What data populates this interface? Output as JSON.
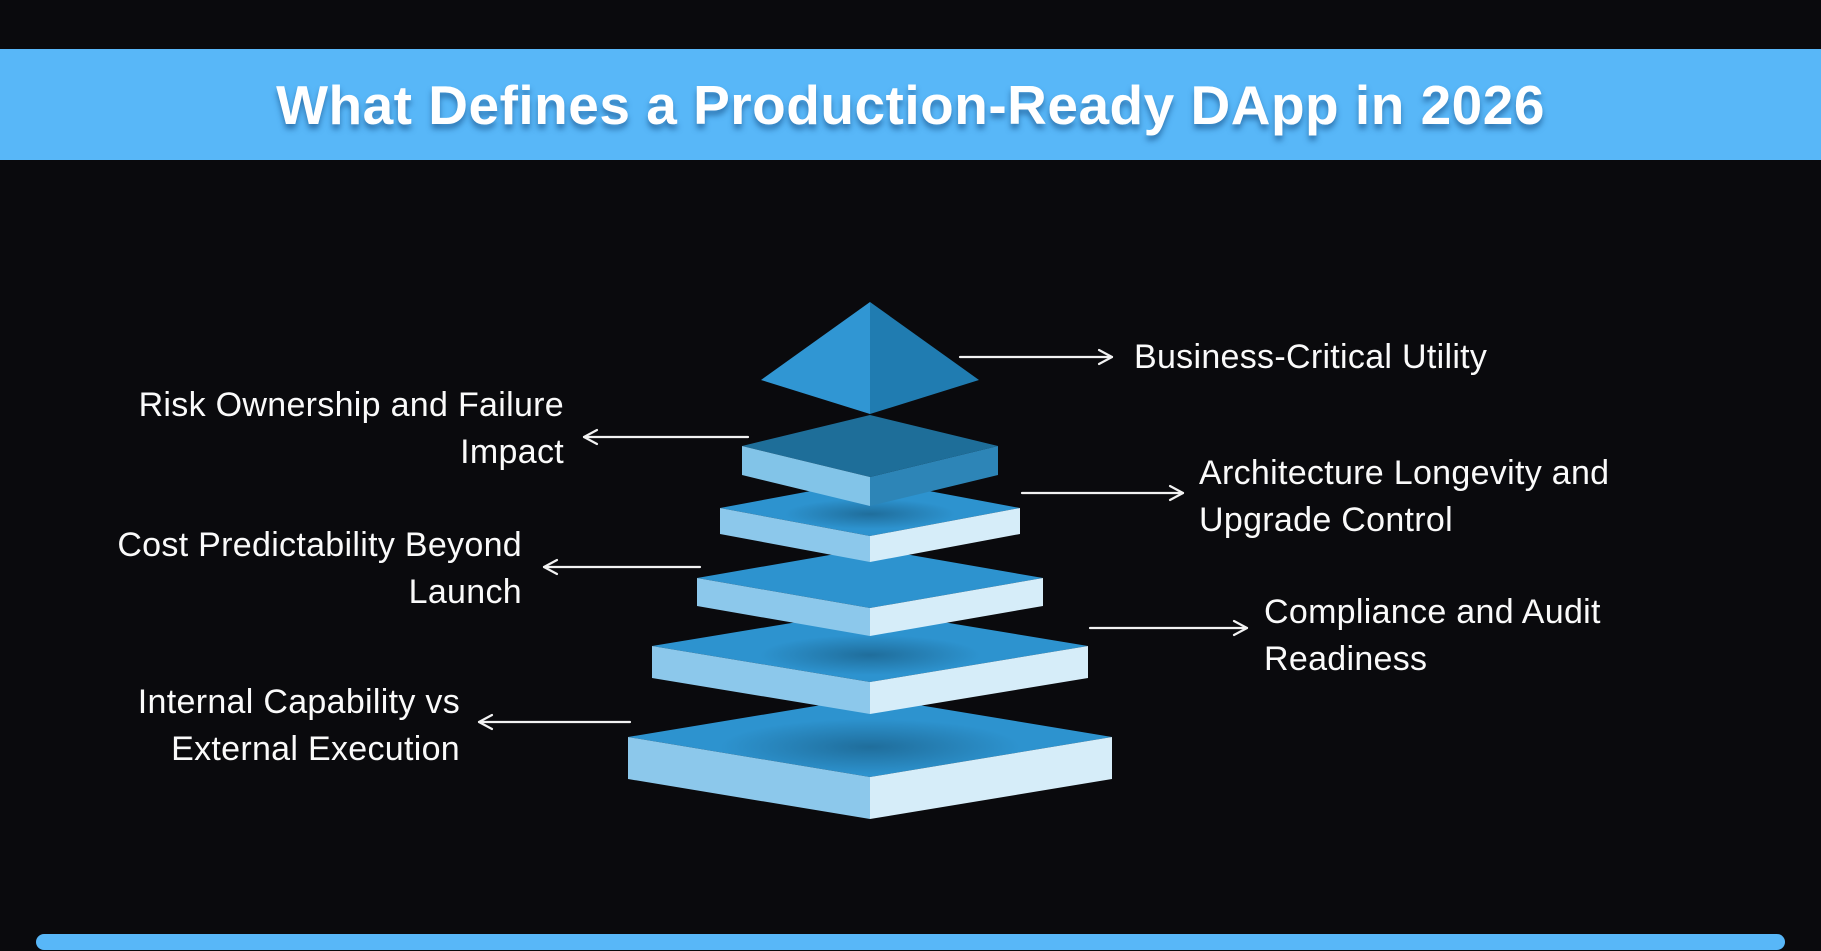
{
  "header": {
    "title": "What Defines a Production-Ready DApp in 2026"
  },
  "labels": {
    "risk": [
      "Risk Ownership and Failure",
      "Impact"
    ],
    "cost": [
      "Cost Predictability Beyond",
      "Launch"
    ],
    "internal": [
      "Internal Capability vs",
      "External Execution"
    ],
    "business": [
      "Business-Critical Utility"
    ],
    "architecture": [
      "Architecture Longevity and",
      "Upgrade Control"
    ],
    "compliance": [
      "Compliance and Audit",
      "Readiness"
    ]
  },
  "pyramid": {
    "type": "exploded-pyramid",
    "levels_top_to_bottom": [
      {
        "level": 1,
        "label": "Business-Critical Utility",
        "label_side": "right"
      },
      {
        "level": 2,
        "label": "Risk Ownership and Failure Impact",
        "label_side": "left"
      },
      {
        "level": 3,
        "label": "Architecture Longevity and Upgrade Control",
        "label_side": "right"
      },
      {
        "level": 4,
        "label": "Cost Predictability Beyond Launch",
        "label_side": "left"
      },
      {
        "level": 5,
        "label": "Compliance and Audit Readiness",
        "label_side": "right"
      },
      {
        "level": 6,
        "label": "Internal Capability vs External Execution",
        "label_side": "left"
      }
    ]
  },
  "colors": {
    "background": "#0a0a0d",
    "banner": "#58b7f8",
    "title_text": "#ffffff",
    "label_text": "#fafafa",
    "arrow": "#f2f2f2",
    "apex_left": "#3096d3",
    "apex_right": "#207cb1",
    "l2_top": "#1e6e99",
    "l2_left": "#82c4e8",
    "l2_right": "#2d85b7",
    "lower_top": "#2d93cf",
    "lower_left": "#8cc8eb",
    "lower_right": "#d6edf9",
    "footer_bar": "#58b7f8"
  }
}
